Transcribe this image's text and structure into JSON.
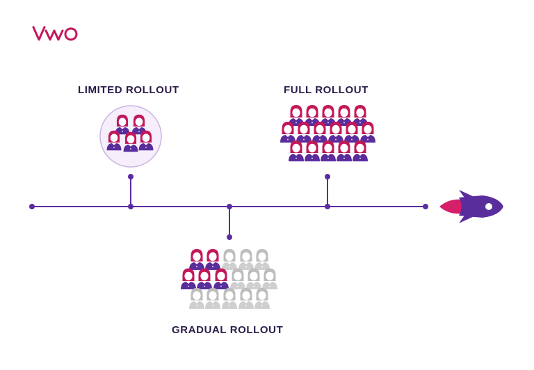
{
  "brand": {
    "logo_text": "VWO",
    "color": "#c2185b"
  },
  "colors": {
    "line": "#5b2ca0",
    "purple": "#5a2d9c",
    "pink": "#c2185b",
    "gray": "#cfcfcf",
    "circle_fill": "#f6effb",
    "circle_stroke": "#c9b3e3",
    "flame": "#d61f69"
  },
  "stages": [
    {
      "id": "limited",
      "label": "LIMITED ROLLOUT"
    },
    {
      "id": "gradual",
      "label": "GRADUAL ROLLOUT"
    },
    {
      "id": "full",
      "label": "FULL ROLLOUT"
    }
  ],
  "icons": {
    "timeline_end": "rocket-icon",
    "audience": "people-group-icon"
  }
}
